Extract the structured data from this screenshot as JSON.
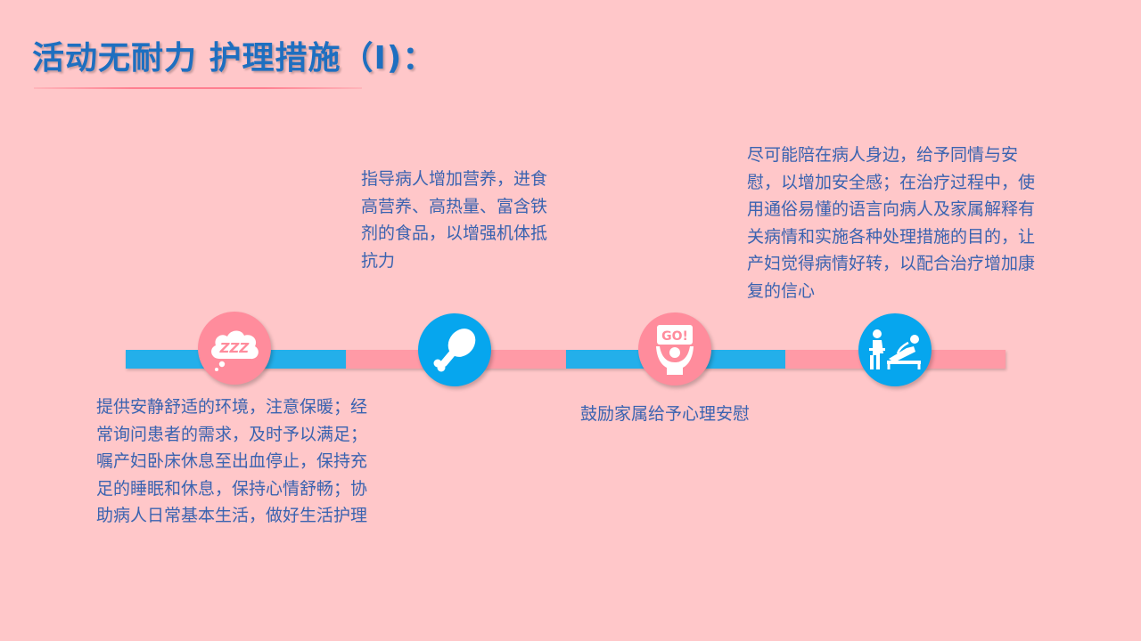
{
  "page": {
    "title": "活动无耐力 护理措施（I)："
  },
  "colors": {
    "background": "#FFC7C9",
    "title": "#1E6FC0",
    "text": "#3A63B0",
    "blue": "#23AFEA",
    "pink": "#FF9AA6"
  },
  "nodes": [
    {
      "icon": "sleep-cloud-zzz-icon",
      "icon_text": "ZZZ",
      "text": "提供安静舒适的环境，注意保暖；经常询问患者的需求，及时予以满足；嘱产妇卧床休息至出血停止，保持充足的睡眠和休息，保持心情舒畅；协助病人日常基本生活，做好生活护理"
    },
    {
      "icon": "drumstick-icon",
      "text": "指导病人增加营养，进食高营养、高热量、富含铁剂的食品，以增强机体抵抗力"
    },
    {
      "icon": "go-cheer-icon",
      "icon_text": "GO!",
      "text": "鼓励家属给予心理安慰"
    },
    {
      "icon": "patient-care-icon",
      "text": "尽可能陪在病人身边，给予同情与安慰，以增加安全感；在治疗过程中，使用通俗易懂的语言向病人及家属解释有关病情和实施各种处理措施的目的，让产妇觉得病情好转，以配合治疗增加康复的信心"
    }
  ]
}
